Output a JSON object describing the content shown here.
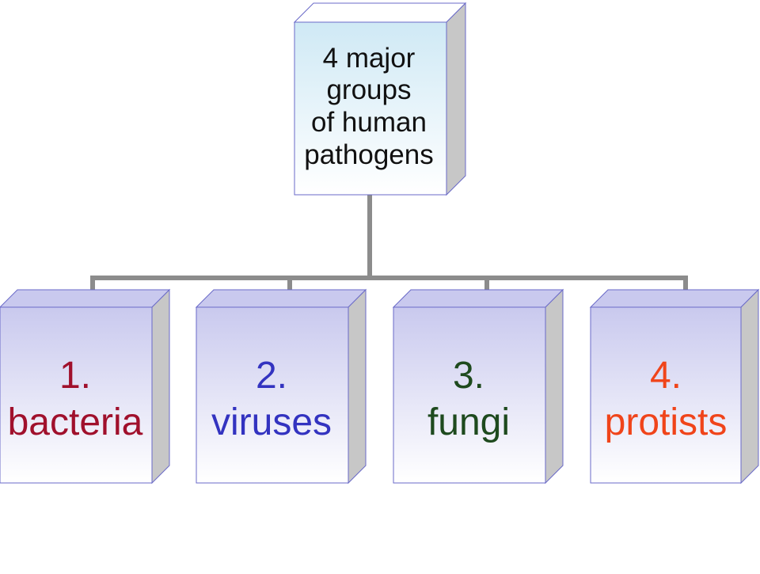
{
  "diagram": {
    "root": {
      "label": "4 major\ngroups\nof human\npathogens",
      "face_color_top": "#cfe9f5",
      "face_color_bottom": "#ffffff"
    },
    "children": [
      {
        "label": "1.\nbacteria",
        "text_color": "#a0102c"
      },
      {
        "label": "2.\nviruses",
        "text_color": "#3333c0"
      },
      {
        "label": "3.\nfungi",
        "text_color": "#1e4a1e"
      },
      {
        "label": "4.\nprotists",
        "text_color": "#f0441a"
      }
    ],
    "colors": {
      "child_face_top": "#c9c9ee",
      "child_face_bottom": "#ffffff",
      "box_side": "#c7c7c7",
      "box_edge": "#6a6ac8",
      "connector": "#8c8c8c"
    }
  }
}
